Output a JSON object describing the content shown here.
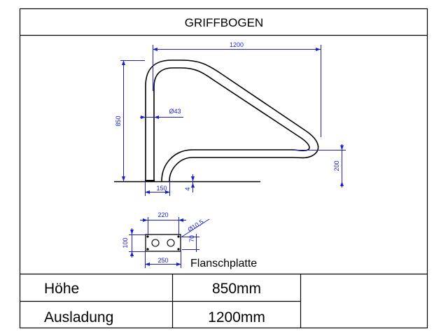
{
  "title": "GRIFFBOGEN",
  "dimensions": {
    "width_1200": "1200",
    "height_850": "850",
    "diameter": "Ø43",
    "foot_150": "150",
    "gap_4": "4",
    "height_200": "200",
    "plate_220": "220",
    "plate_hole": "Ø10,5",
    "plate_100": "100",
    "plate_70": "70",
    "plate_250": "250"
  },
  "plate_label": "Flanschplatte",
  "specs": [
    {
      "label": "Höhe",
      "value": "850mm"
    },
    {
      "label": "Ausladung",
      "value": "1200mm"
    }
  ],
  "colors": {
    "dimension": "#1a1fd0",
    "outline": "#000000"
  }
}
